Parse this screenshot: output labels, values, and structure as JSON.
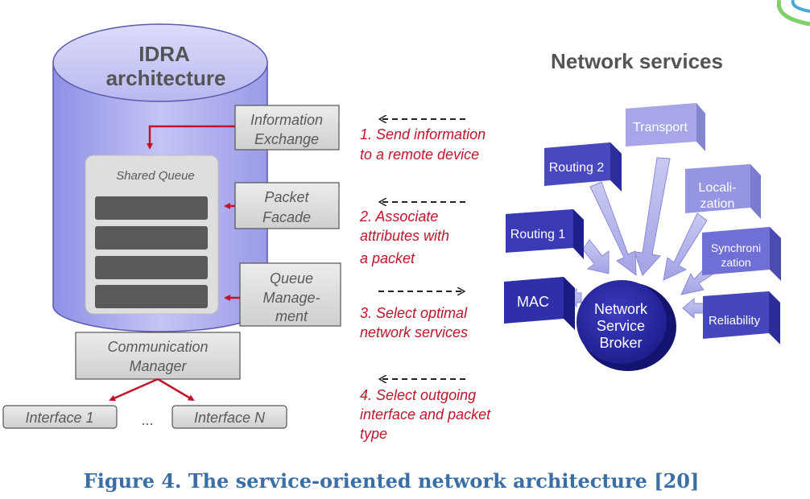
{
  "idra": {
    "title_line1": "IDRA",
    "title_line2": "architecture",
    "shared_queue_label": "Shared Queue",
    "info_exchange": [
      "Information",
      "Exchange"
    ],
    "packet_facade": [
      "Packet",
      "Facade"
    ],
    "queue_management": [
      "Queue",
      "Manage-",
      "ment"
    ],
    "comm_manager": [
      "Communication",
      "Manager"
    ],
    "interface_1": "Interface 1",
    "ellipsis": "...",
    "interface_n": "Interface N"
  },
  "steps": {
    "step1": [
      "1. Send information",
      "to a remote device"
    ],
    "step2": [
      "2. Associate",
      "attributes with",
      "a packet"
    ],
    "step3": [
      "3. Select optimal",
      "network services"
    ],
    "step4": [
      "4. Select outgoing",
      "interface and packet",
      "type"
    ]
  },
  "network": {
    "title": "Network services",
    "transport": "Transport",
    "routing2": "Routing 2",
    "localization": [
      "Locali-",
      "zation"
    ],
    "routing1": "Routing 1",
    "synchronization": [
      "Synchroni",
      "zation"
    ],
    "mac": "MAC",
    "reliability": "Reliability",
    "broker": [
      "Network",
      "Service",
      "Broker"
    ]
  },
  "caption": "Figure 4. The service-oriented network architecture [20]",
  "colors": {
    "arrow_red": "#c0142a",
    "cube_blue": "#3f3fb8",
    "caption_blue": "#3b6ea5"
  }
}
